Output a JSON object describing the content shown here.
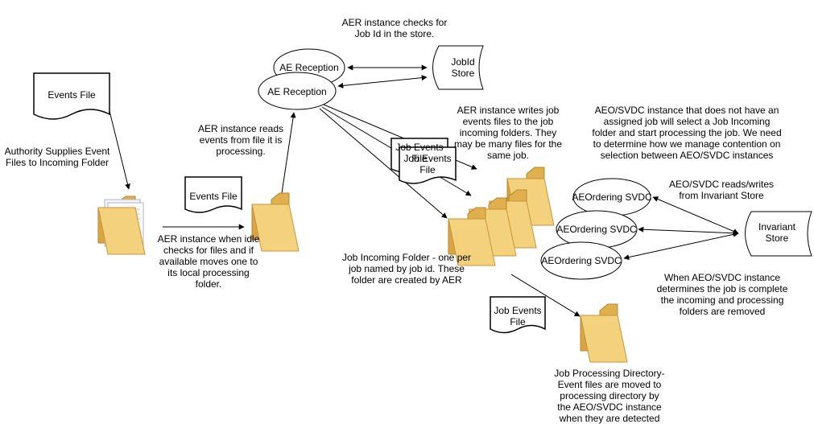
{
  "nodes": {
    "events_file_1": "Events File",
    "events_file_2": "Events File",
    "ae_reception_back": "AE Reception",
    "ae_reception_front": "AE Reception",
    "jobid_store": "JobId\nStore",
    "job_events_file_back": "Job Events\nFile",
    "job_events_file_front": "Job Events\nFile",
    "job_events_file_bottom": "Job Events\nFile",
    "aeordering_1": "AEOrdering SVDC",
    "aeordering_2": "AEOrdering SVDC",
    "aeordering_3": "AEOrdering SVDC",
    "invariant_store": "Invariant\nStore"
  },
  "labels": {
    "authority_supplies": "Authority Supplies Event\nFiles to Incoming Folder",
    "aer_idle": "AER instance when idle\nchecks for files and if\navailable moves one to\nits local processing\nfolder.",
    "aer_reads": "AER instance reads\nevents from file it is\nprocessing.",
    "aer_checks": "AER instance checks for\nJob Id in the store.",
    "aer_writes": "AER instance writes job\nevents files to the job\nincoming folders. They\nmay be many files for the\nsame job.",
    "job_incoming_folder": "Job Incoming Folder - one per\njob named by job id. These\nfolder are created by AER",
    "aeo_select": "AEO/SVDC instance that does not have an\nassigned job will select a Job Incoming\nfolder and start processing the job. We need\nto determine how we manage contention on\nselection between AEO/SVDC instances",
    "aeo_reads_writes": "AEO/SVDC reads/writes\nfrom Invariant Store",
    "aeo_complete": "When AEO/SVDC instance\ndetermines the job is complete\nthe incoming and processing\nfolders are removed",
    "job_processing_dir": "Job Processing Directory-\nEvent files are moved to\nprocessing directory by\nthe AEO/SVDC instance\nwhen they are detected"
  }
}
